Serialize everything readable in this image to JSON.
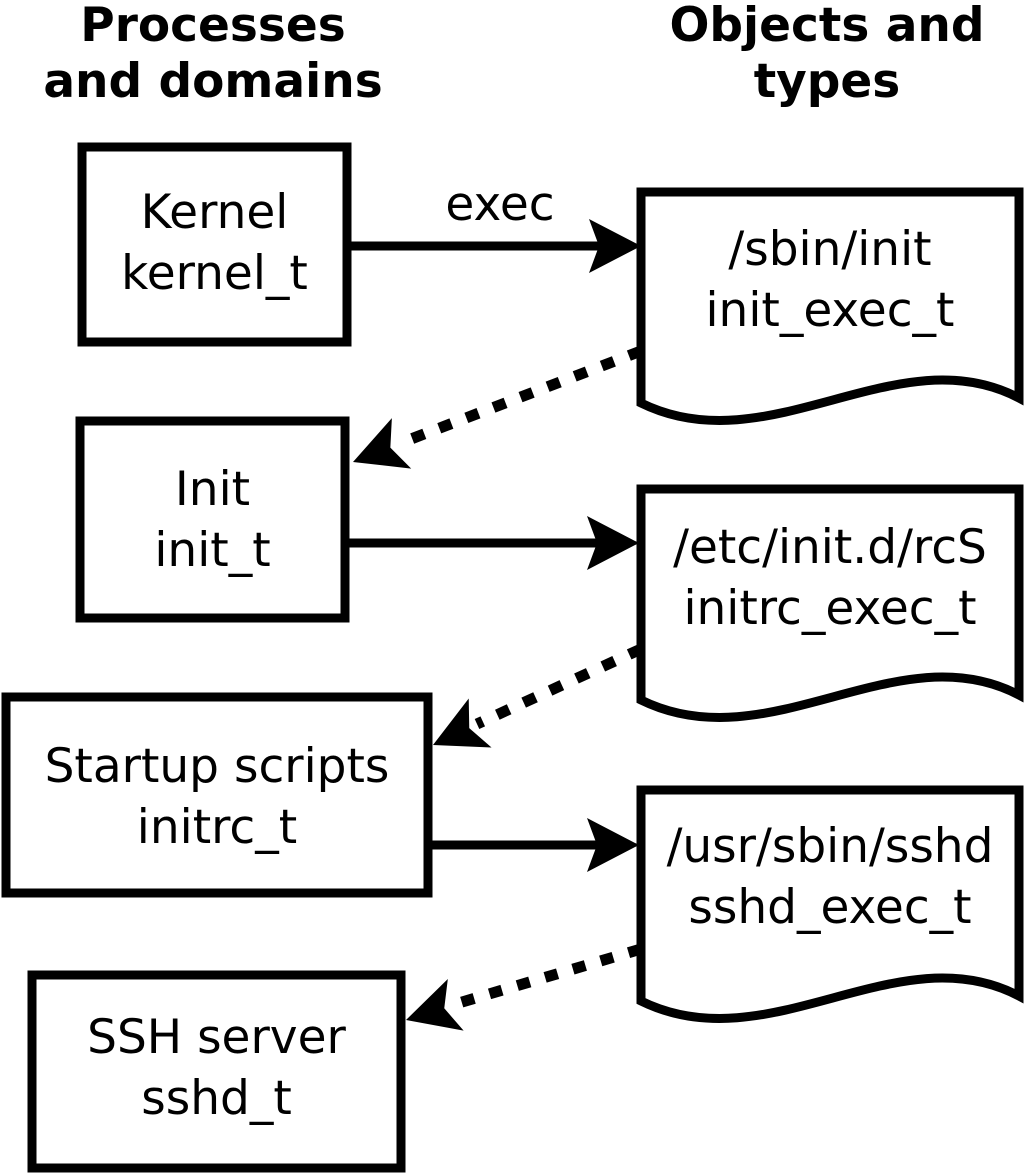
{
  "headers": {
    "left": {
      "line1": "Processes",
      "line2": "and domains"
    },
    "right": {
      "line1": "Objects and",
      "line2": "types"
    }
  },
  "labels": {
    "exec": "exec"
  },
  "processes": [
    {
      "name": "Kernel",
      "domain": "kernel_t"
    },
    {
      "name": "Init",
      "domain": "init_t"
    },
    {
      "name": "Startup scripts",
      "domain": "initrc_t"
    },
    {
      "name": "SSH server",
      "domain": "sshd_t"
    }
  ],
  "objects": [
    {
      "path": "/sbin/init",
      "type": "init_exec_t"
    },
    {
      "path": "/etc/init.d/rcS",
      "type": "initrc_exec_t"
    },
    {
      "path": "/usr/sbin/sshd",
      "type": "sshd_exec_t"
    }
  ],
  "edges": [
    {
      "from": "kernel_t",
      "to": "init_exec_t",
      "style": "solid",
      "label": "exec"
    },
    {
      "from": "init_exec_t",
      "to": "init_t",
      "style": "dotted",
      "label": ""
    },
    {
      "from": "init_t",
      "to": "initrc_exec_t",
      "style": "solid",
      "label": ""
    },
    {
      "from": "initrc_exec_t",
      "to": "initrc_t",
      "style": "dotted",
      "label": ""
    },
    {
      "from": "initrc_t",
      "to": "sshd_exec_t",
      "style": "solid",
      "label": ""
    },
    {
      "from": "sshd_exec_t",
      "to": "sshd_t",
      "style": "dotted",
      "label": ""
    }
  ],
  "colors": {
    "ink": "#000000",
    "paper": "#ffffff"
  }
}
